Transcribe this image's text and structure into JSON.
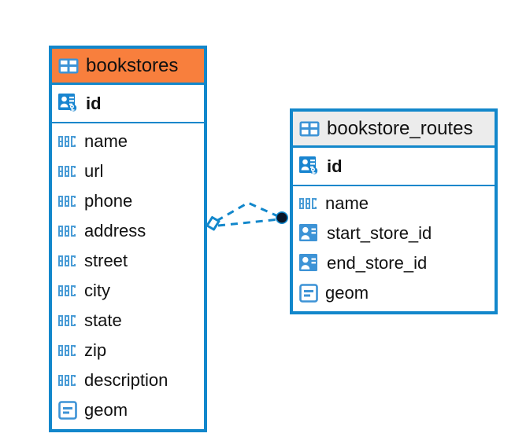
{
  "diagram": {
    "type": "entity-relationship-diagram",
    "background": "#FFFFFF",
    "accent_color": "#1287CB",
    "header_highlight_color": "#F87F3D",
    "header_default_color": "#ECECEC",
    "text_color": "#111111"
  },
  "entities": [
    {
      "name": "bookstores",
      "header_style": "accent-orange",
      "icon": "table-icon",
      "primary_key": {
        "label": "id",
        "icon": "primary-key-icon"
      },
      "fields": [
        {
          "label": "name",
          "icon": "abc-text-icon"
        },
        {
          "label": "url",
          "icon": "abc-text-icon"
        },
        {
          "label": "phone",
          "icon": "abc-text-icon"
        },
        {
          "label": "address",
          "icon": "abc-text-icon"
        },
        {
          "label": "street",
          "icon": "abc-text-icon"
        },
        {
          "label": "city",
          "icon": "abc-text-icon"
        },
        {
          "label": "state",
          "icon": "abc-text-icon"
        },
        {
          "label": "zip",
          "icon": "abc-text-icon"
        },
        {
          "label": "description",
          "icon": "abc-text-icon"
        },
        {
          "label": "geom",
          "icon": "geometry-icon"
        }
      ]
    },
    {
      "name": "bookstore_routes",
      "header_style": "accent-grey",
      "icon": "table-icon",
      "primary_key": {
        "label": "id",
        "icon": "primary-key-icon"
      },
      "fields": [
        {
          "label": "name",
          "icon": "abc-text-icon"
        },
        {
          "label": "start_store_id",
          "icon": "foreign-key-icon"
        },
        {
          "label": "end_store_id",
          "icon": "foreign-key-icon"
        },
        {
          "label": "geom",
          "icon": "geometry-icon"
        }
      ]
    }
  ],
  "relationship": {
    "from_entity": "bookstores",
    "to_entity": "bookstore_routes",
    "line_style": "dashed",
    "line_color": "#1287CB",
    "source_marker": "diamond",
    "target_marker": "filled-circle",
    "target_marker_color": "#0A1628"
  }
}
